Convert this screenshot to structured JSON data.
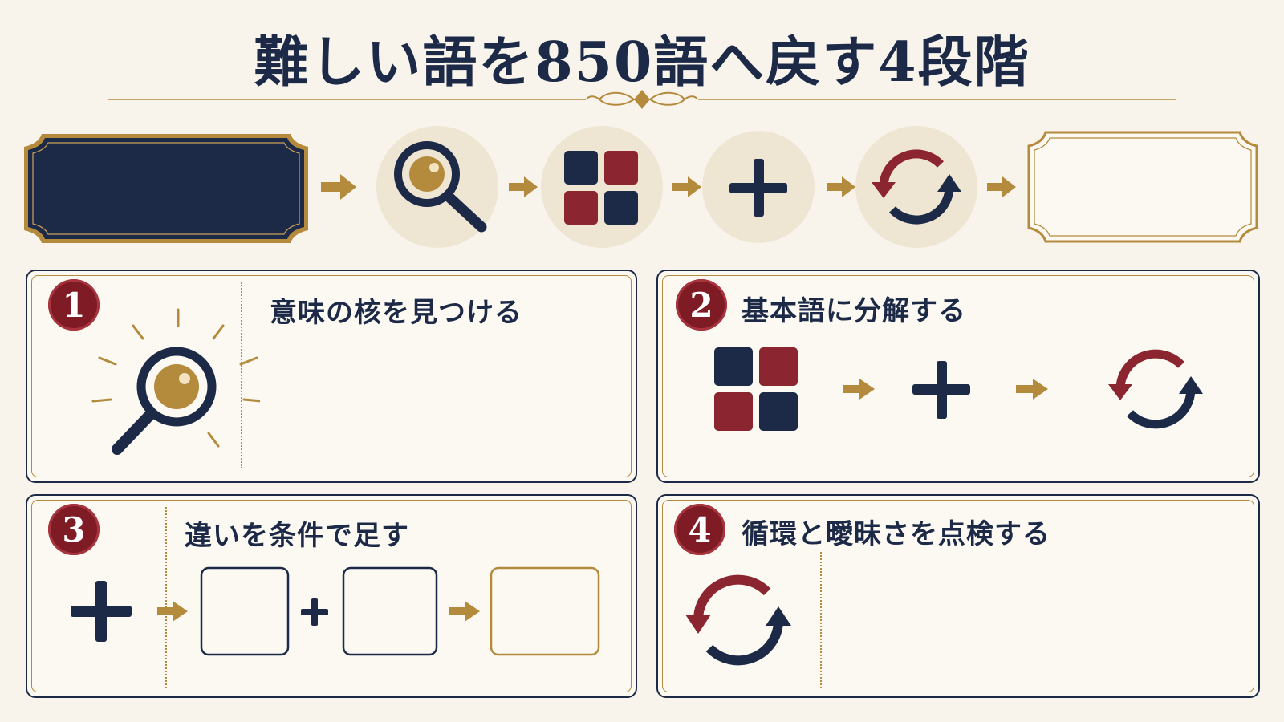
{
  "title": "難しい語を850語へ戻す4段階",
  "colors": {
    "navy": "#1c2a47",
    "red": "#8b2530",
    "gold": "#b48a3c",
    "background": "#f8f4ec"
  },
  "flow": {
    "steps": [
      "dark-label-frame",
      "magnifier-icon",
      "grid-icon",
      "plus-icon",
      "cycle-icon",
      "empty-label-frame"
    ]
  },
  "panels": [
    {
      "number": "1",
      "title": "意味の核を見つける",
      "icon": "magnifier-icon"
    },
    {
      "number": "2",
      "title": "基本語に分解する",
      "icon": "grid-plus-cycle-icons"
    },
    {
      "number": "3",
      "title": "違いを条件で足す",
      "icon": "plus-icon"
    },
    {
      "number": "4",
      "title": "循環と曖昧さを点検する",
      "icon": "cycle-icon"
    }
  ]
}
